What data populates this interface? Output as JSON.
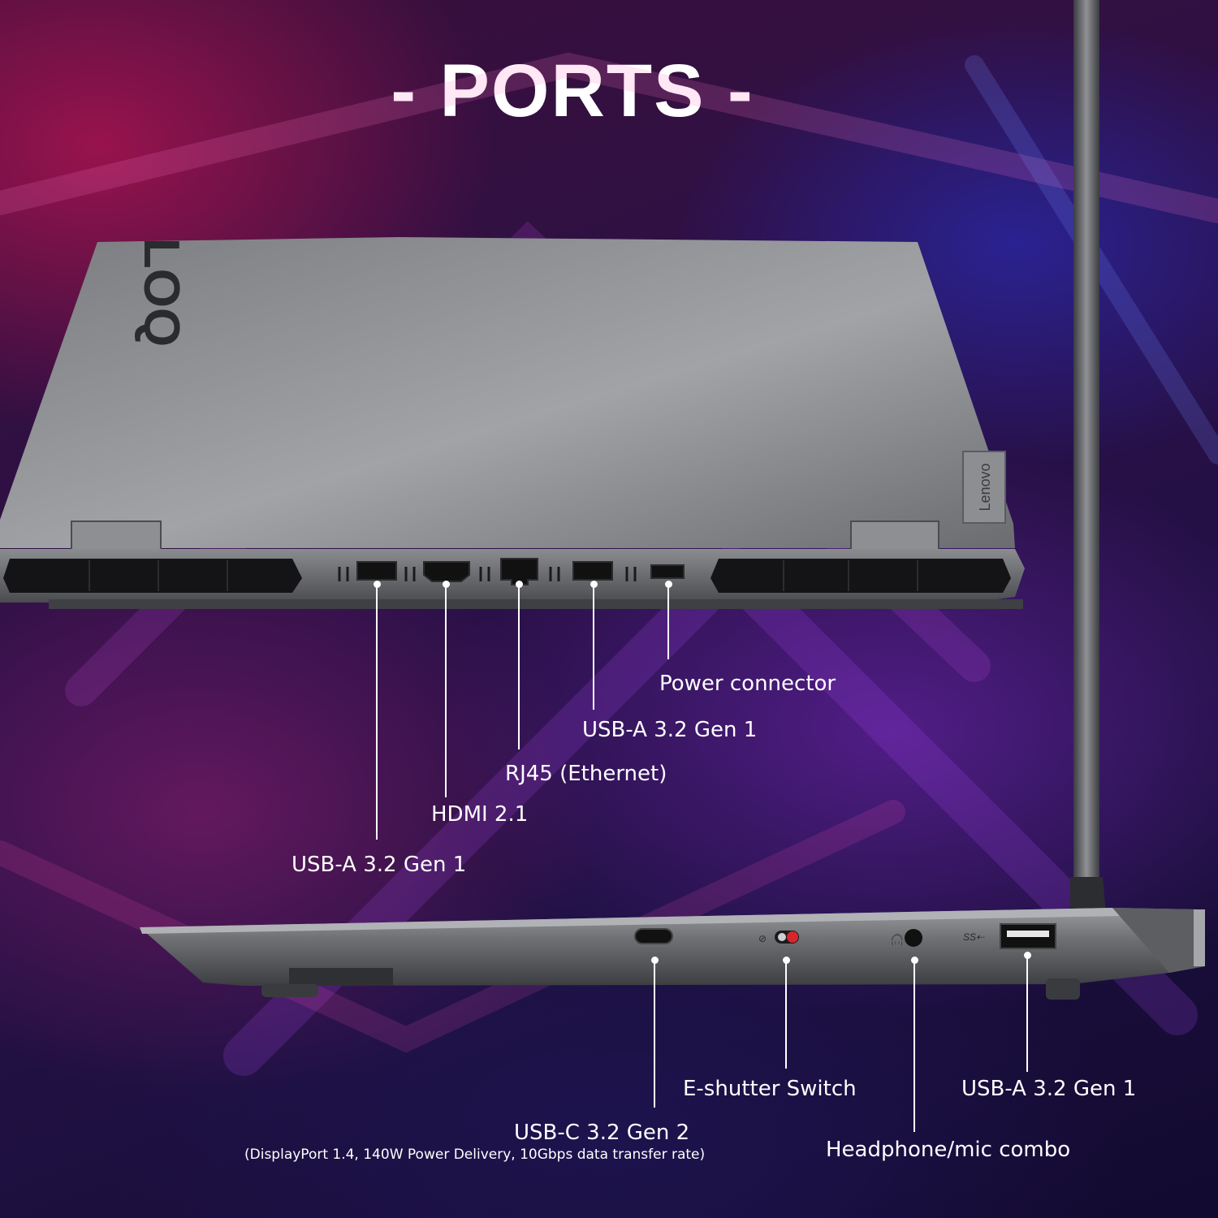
{
  "title": "- PORTS -",
  "logos": {
    "lid_logo": "LOQ",
    "lid_brand": "Lenovo"
  },
  "rear_ports": [
    {
      "name": "usb-a-rear-1",
      "label": "USB-A 3.2 Gen 1"
    },
    {
      "name": "hdmi",
      "label": "HDMI 2.1"
    },
    {
      "name": "rj45",
      "label": "RJ45 (Ethernet)"
    },
    {
      "name": "usb-a-rear-2",
      "label": "USB-A 3.2 Gen 1"
    },
    {
      "name": "power",
      "label": "Power connector"
    }
  ],
  "side_ports": [
    {
      "name": "usb-c",
      "label": "USB-C 3.2 Gen 2",
      "sublabel": "(DisplayPort 1.4, 140W Power Delivery, 10Gbps data transfer rate)"
    },
    {
      "name": "e-shutter",
      "label": "E-shutter Switch"
    },
    {
      "name": "headphone",
      "label": "Headphone/mic combo"
    },
    {
      "name": "usb-a-side",
      "label": "USB-A 3.2 Gen 1"
    }
  ],
  "colors": {
    "body_gray": "#6f7175",
    "dark_gray": "#3b3d41",
    "shutter_red": "#d8262c"
  }
}
